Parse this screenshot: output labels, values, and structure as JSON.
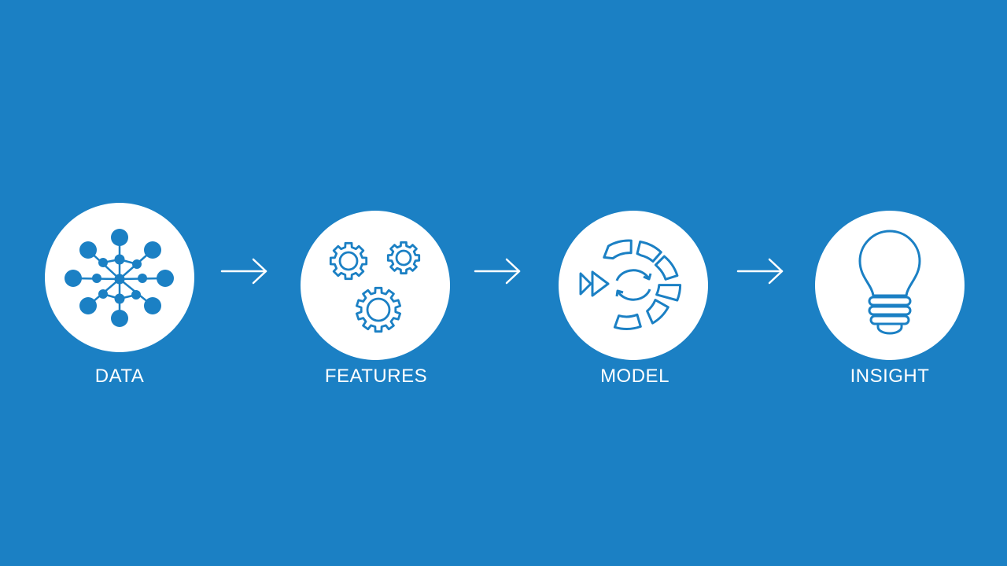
{
  "colors": {
    "background": "#1b80c4",
    "circle_fill": "#ffffff",
    "icon_color": "#1b80c4",
    "text_color": "#ffffff"
  },
  "steps": [
    {
      "label": "DATA",
      "icon": "network-nodes-icon"
    },
    {
      "label": "FEATURES",
      "icon": "gears-icon"
    },
    {
      "label": "MODEL",
      "icon": "model-cycle-icon"
    },
    {
      "label": "INSIGHT",
      "icon": "lightbulb-icon"
    }
  ],
  "connectors": [
    {
      "icon": "arrow-right-icon"
    },
    {
      "icon": "arrow-right-icon"
    },
    {
      "icon": "arrow-right-icon"
    }
  ]
}
